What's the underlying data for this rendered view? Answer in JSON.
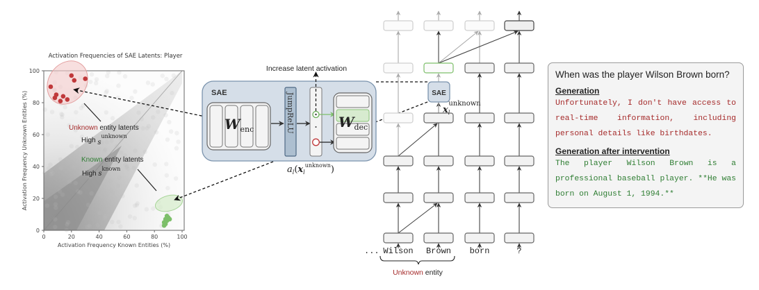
{
  "chart_data": {
    "type": "scatter",
    "title": "Activation Frequencies of SAE Latents: Player",
    "xlabel": "Activation Frequency Known Entities (%)",
    "ylabel": "Activation Frequency Unknown Entities (%)",
    "xlim": [
      0,
      100
    ],
    "ylim": [
      0,
      100
    ],
    "xticks": [
      "0",
      "20",
      "40",
      "60",
      "80",
      "100"
    ],
    "yticks": [
      "0",
      "20",
      "40",
      "60",
      "80",
      "100"
    ],
    "grid": false,
    "series": [
      {
        "name": "Unknown entity latents",
        "color": "#c0393b",
        "points": [
          [
            5,
            90
          ],
          [
            8,
            83
          ],
          [
            12,
            81
          ],
          [
            14,
            84
          ],
          [
            17,
            82
          ],
          [
            20,
            97
          ],
          [
            22,
            94
          ],
          [
            30,
            95
          ],
          [
            9,
            85
          ]
        ]
      },
      {
        "name": "Known entity latents",
        "color": "#7dbf6a",
        "points": [
          [
            87,
            5
          ],
          [
            88,
            7
          ],
          [
            89,
            6
          ],
          [
            90,
            8
          ],
          [
            88,
            4
          ],
          [
            91,
            7
          ],
          [
            89,
            9
          ],
          [
            87,
            3
          ]
        ]
      }
    ],
    "annotations": {
      "unknown_label_colored": "Unknown",
      "unknown_label_rest": " entity latents",
      "unknown_score_prefix": "High ",
      "unknown_score_symbol": "s",
      "unknown_score_sup": "unknown",
      "known_label_colored": "Known",
      "known_label_rest": " entity latents",
      "known_score_prefix": "High ",
      "known_score_symbol": "s",
      "known_score_sup": "known"
    }
  },
  "sae": {
    "label": "SAE",
    "encoder_symbol": "W",
    "encoder_sub": "enc",
    "activation_fn": "JumpReLU",
    "decoder_symbol": "W",
    "decoder_sub": "dec",
    "top_caption": "Increase latent activation",
    "bottom_caption_fn": "a",
    "bottom_caption_sub": "l",
    "bottom_caption_x": "x",
    "bottom_caption_xsub": "l",
    "bottom_caption_xsup": "unknown",
    "small_box_label": "SAE",
    "input_symbol": "x",
    "input_sub": "l",
    "input_sup": "unknown"
  },
  "transformer": {
    "ellipsis": "...",
    "tokens": [
      "Wilson",
      "Brown",
      "born",
      "?"
    ],
    "entity_label_colored": "Unknown",
    "entity_label_rest": " entity"
  },
  "colors": {
    "unknown_red": "#a52a2a",
    "known_green": "#2e7d32",
    "sae_fill": "#d5dee8",
    "sae_border": "#7b93ad",
    "jumprelu_fill": "#adbfd0"
  },
  "panel": {
    "question": "When was the player Wilson Brown born?",
    "generation_heading": "Generation",
    "generation_text": "Unfortunately, I don't have access to real-time information, including personal details like birthdates.",
    "intervention_heading": "Generation after intervention",
    "intervention_text": "The player Wilson Brown is a professional baseball player. **He was born on August 1, 1994.**"
  }
}
